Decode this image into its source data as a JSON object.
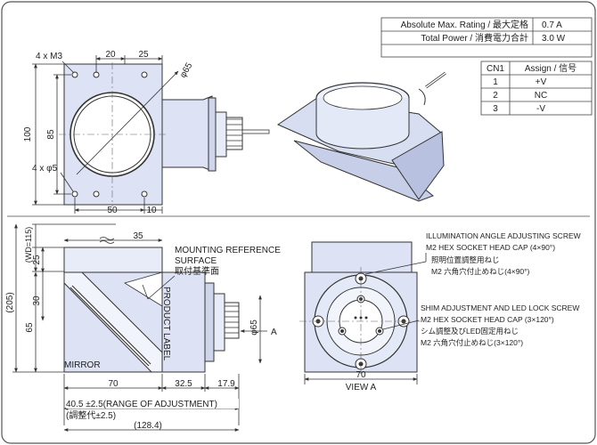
{
  "rating_table": {
    "rows": [
      {
        "label": "Absolute Max. Rating / 最大定格",
        "value": "0.7 A"
      },
      {
        "label": "Total Power / 消費電力合計",
        "value": "3.0 W"
      }
    ]
  },
  "cn1_table": {
    "headers": [
      "CN1",
      "Assign / 信号"
    ],
    "rows": [
      [
        "1",
        "+V"
      ],
      [
        "2",
        "NC"
      ],
      [
        "3",
        "-V"
      ]
    ]
  },
  "front_view": {
    "screw_note": "4 x M3",
    "hole_note": "4 x φ5",
    "dia": "φ65",
    "dim_20": "20",
    "dim_25": "25",
    "dim_100": "100",
    "dim_85": "85",
    "dim_50": "50",
    "dim_10": "10"
  },
  "side_view": {
    "wd": "(WD=115)",
    "dim_35": "35",
    "dim_205": "(205)",
    "dim_25": "25",
    "dim_30": "30",
    "dim_65": "65",
    "mounting_ref_en": "MOUNTING REFERENCE",
    "mounting_ref_en2": "SURFACE",
    "mounting_ref_jp": "取付基準面",
    "product_label": "PRODUCT LABEL",
    "mirror": "MIRROR",
    "dia": "φ65",
    "arrow_a": "A",
    "dim_70": "70",
    "dim_32_5": "32.5",
    "dim_17_9": "17.9",
    "adjust_en": "40.5 ±2.5(RANGE OF ADJUSTMENT)",
    "adjust_jp": "(調整代±2.5)",
    "total": "(128.4)"
  },
  "view_a": {
    "title": "VIEW A",
    "dim_70": "70",
    "note1_l1": "ILLUMINATION ANGLE ADJUSTING SCREW",
    "note1_l2": "M2 HEX SOCKET HEAD CAP (4×90°)",
    "note1_l3": "照明位置調整用ねじ",
    "note1_l4": "M2 六角穴付止めねじ(4×90°)",
    "note2_l1": "SHIM ADJUSTMENT AND LED LOCK SCREW",
    "note2_l2": "M2 HEX SOCKET HEAD CAP (3×120°)",
    "note2_l3": "シム調整及びLED固定用ねじ",
    "note2_l4": "M2 六角穴付止めねじ(3×120°)"
  },
  "colors": {
    "body": "#dde3f4",
    "line": "#333333",
    "panel_border": "#555555"
  }
}
